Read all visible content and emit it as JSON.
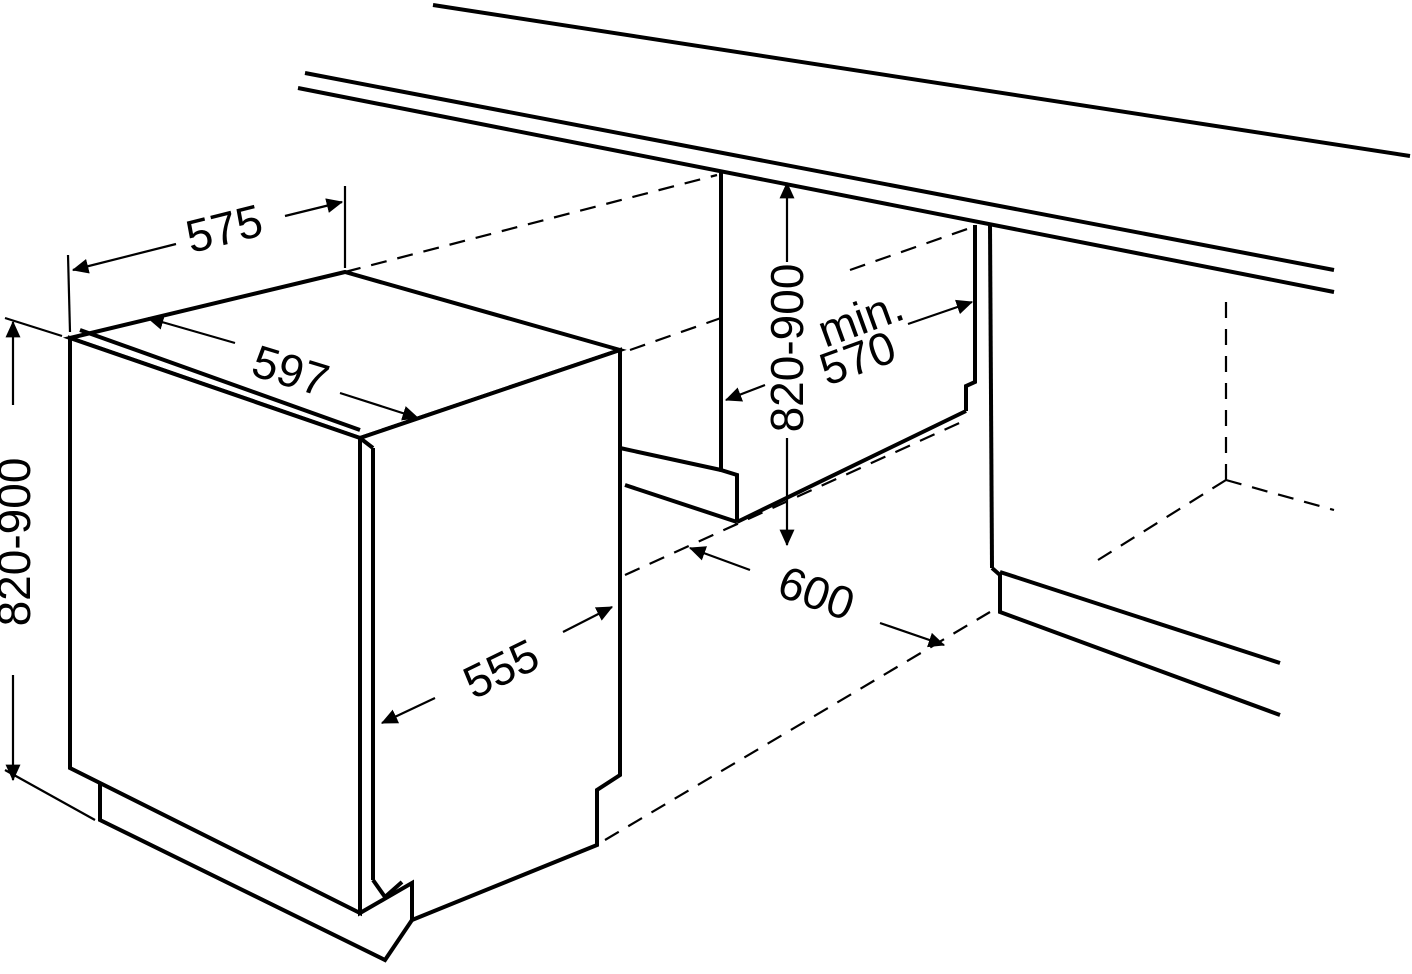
{
  "diagram": {
    "type": "built-in appliance installation dimensions",
    "colors": {
      "line": "#000000",
      "background": "#ffffff"
    },
    "labels": {
      "appliance_depth": "575",
      "appliance_width": "597",
      "appliance_height": "820-900",
      "door_to_back": "555",
      "niche_height": "820-900",
      "niche_width_prefix": "min.",
      "niche_width": "570",
      "niche_depth": "600"
    }
  }
}
